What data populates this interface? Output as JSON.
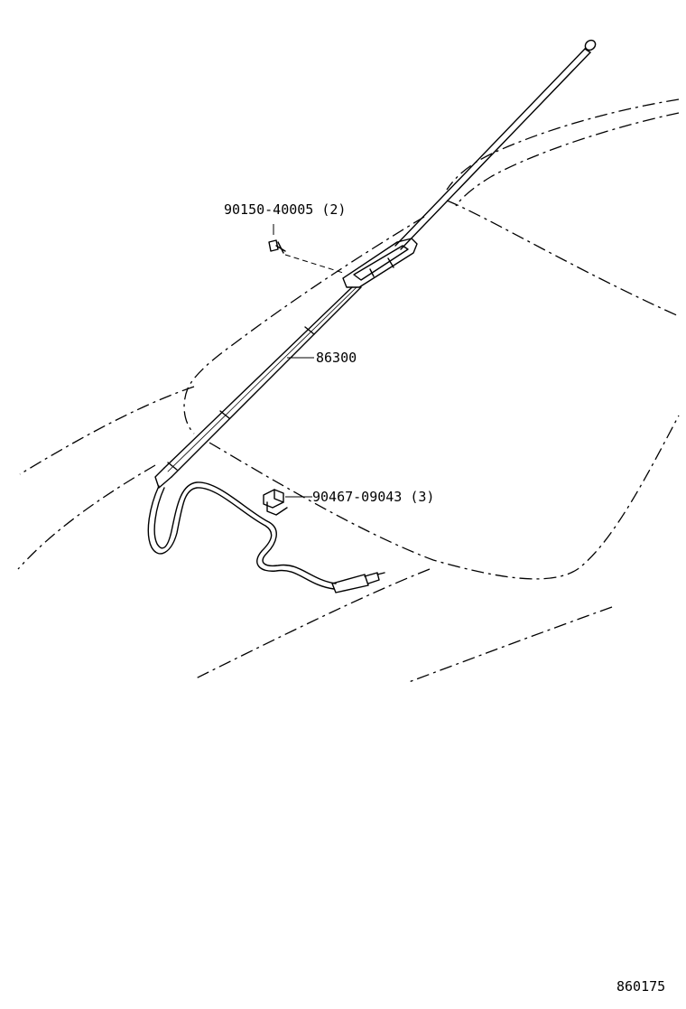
{
  "parts": {
    "screw": {
      "number": "90150-40005",
      "qty": "(2)"
    },
    "antenna": {
      "number": "86300"
    },
    "clamp": {
      "number": "90467-09043",
      "qty": "(3)"
    }
  },
  "figure_number": "860175"
}
